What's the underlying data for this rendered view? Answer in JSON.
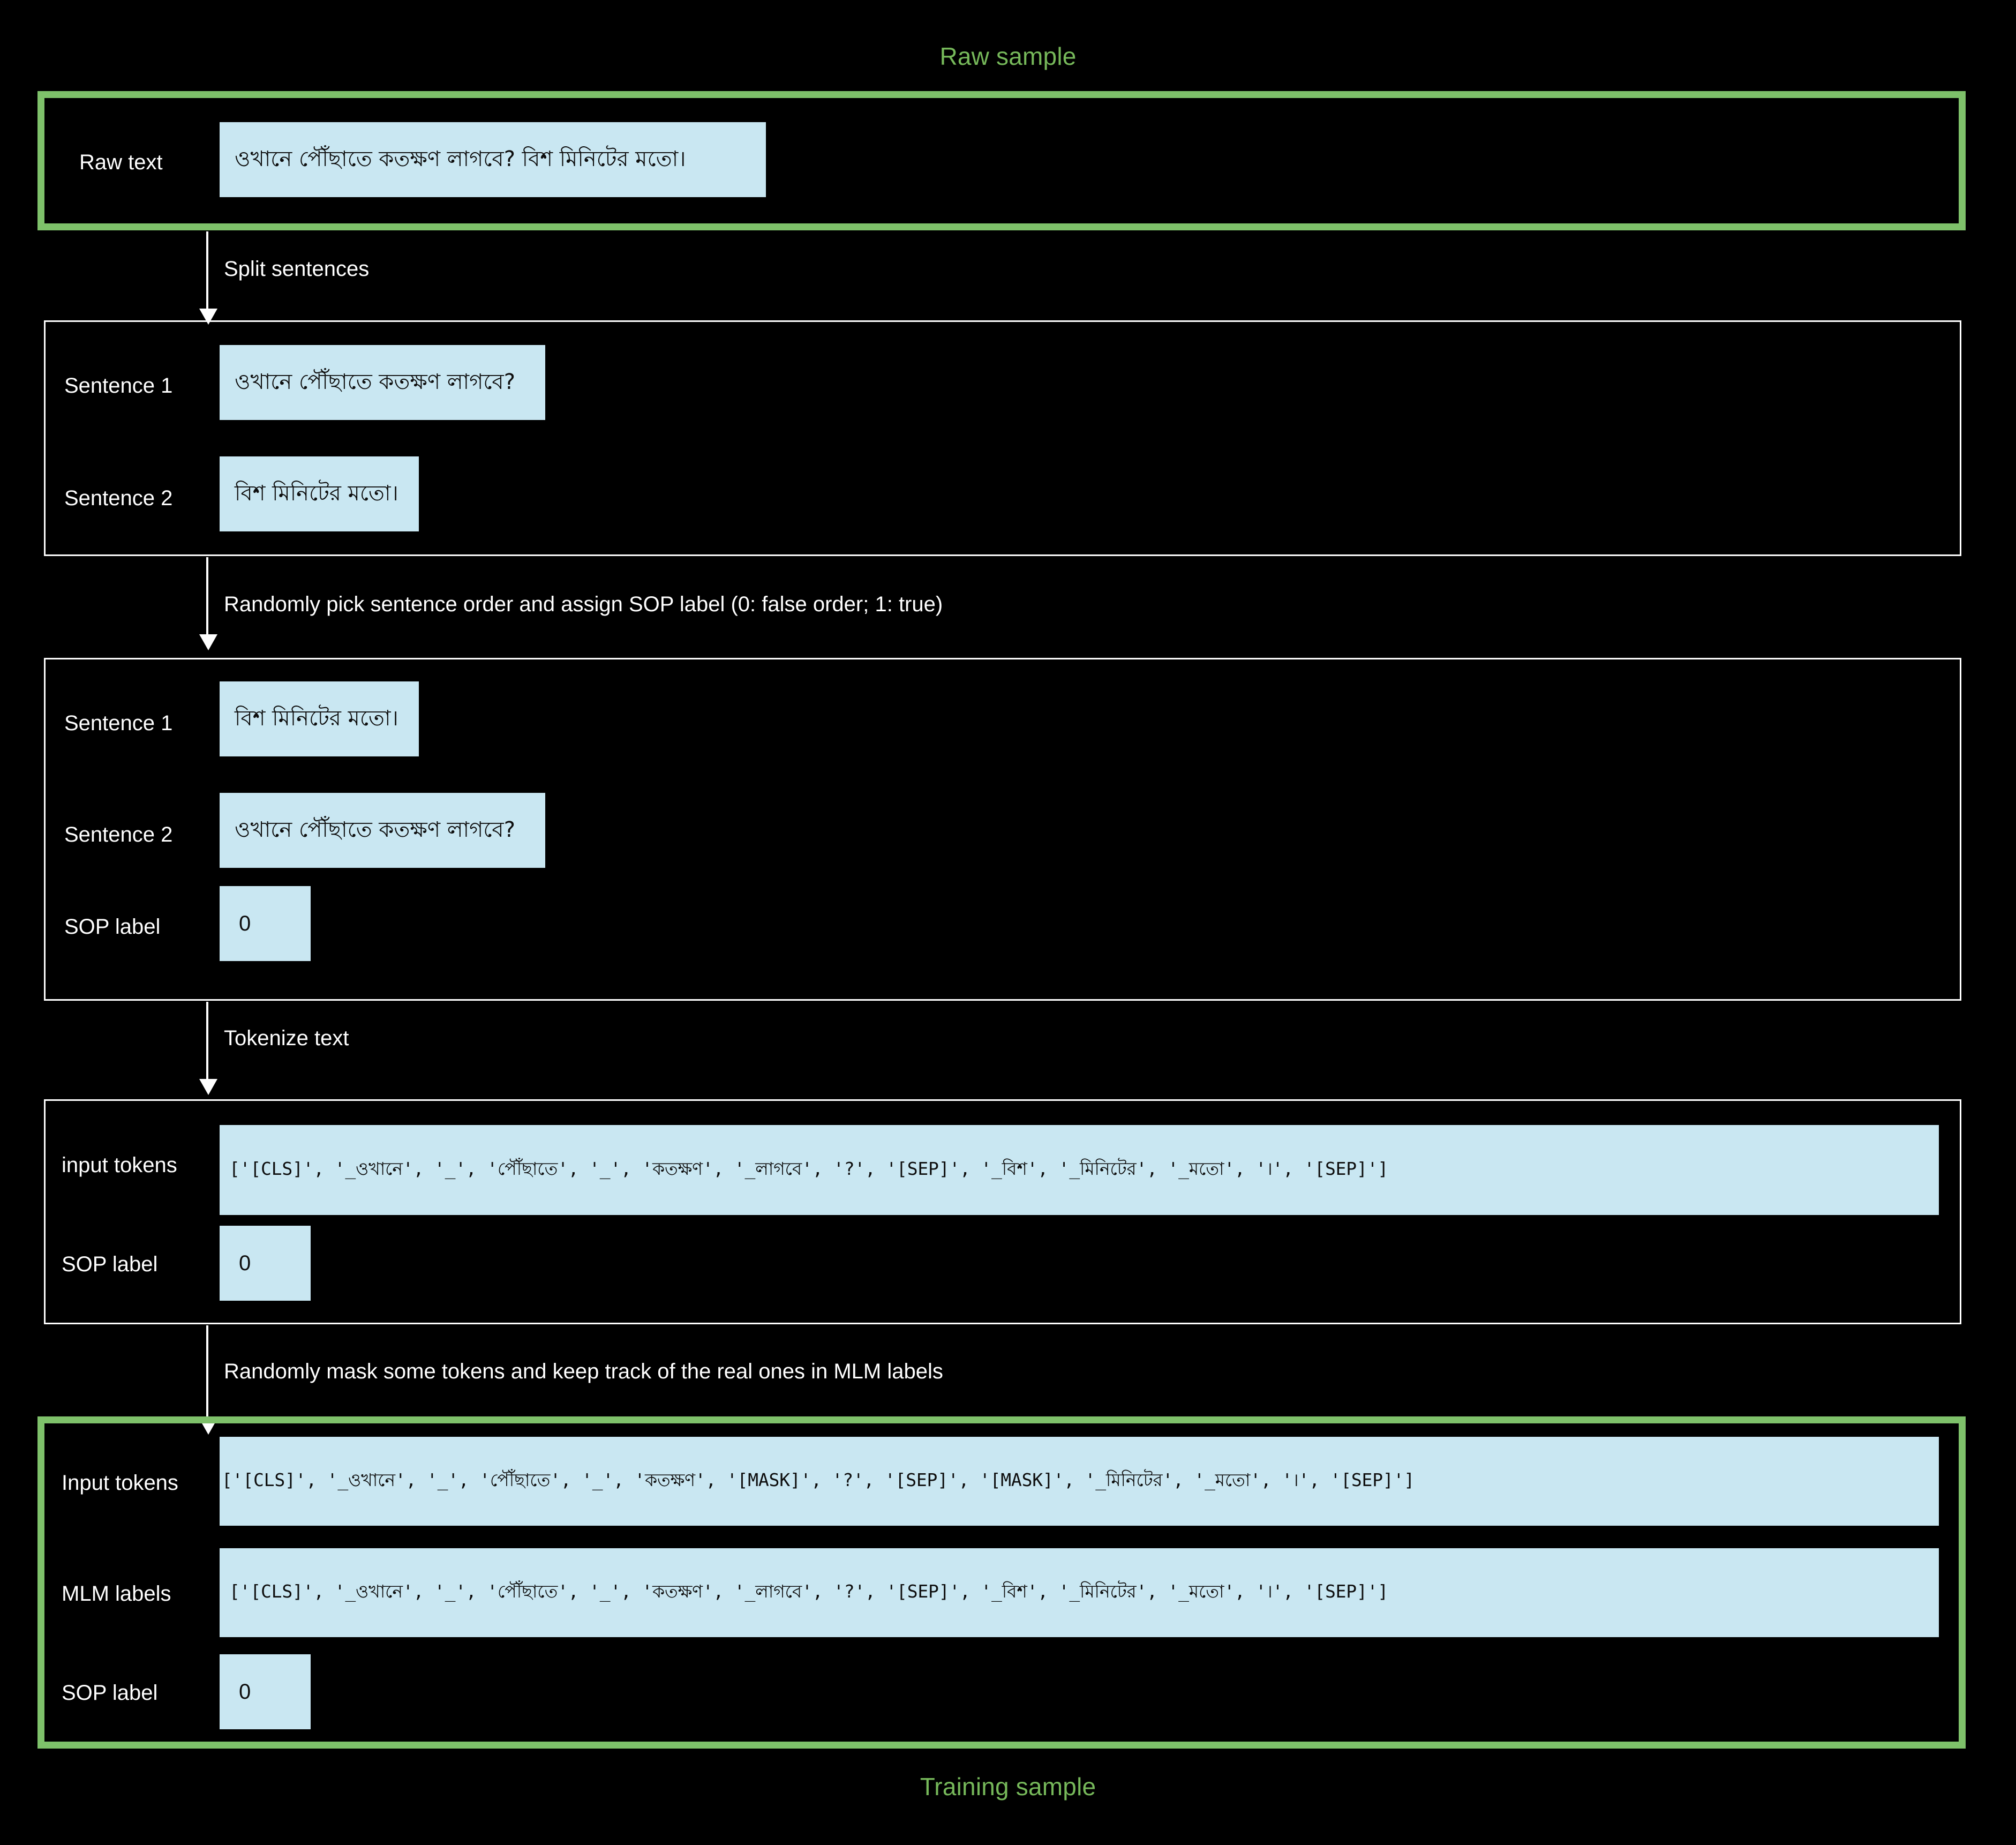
{
  "diagram": {
    "title_top": "Raw sample",
    "title_bottom": "Training sample",
    "accent_green": "#7ec16a",
    "box_blue": "#c9e7f2",
    "background": "#000000"
  },
  "stages": {
    "raw": {
      "label": "Raw text",
      "value": "ওখানে পৌঁছাতে কতক্ষণ লাগবে? বিশ মিনিটের মতো।"
    },
    "split": {
      "sentence1_label": "Sentence 1",
      "sentence1_value": "ওখানে পৌঁছাতে কতক্ষণ লাগবে?",
      "sentence2_label": "Sentence 2",
      "sentence2_value": "বিশ মিনিটের মতো।"
    },
    "ordered": {
      "sentence1_label": "Sentence 1",
      "sentence1_value": "বিশ মিনিটের মতো।",
      "sentence2_label": "Sentence 2",
      "sentence2_value": "ওখানে পৌঁছাতে কতক্ষণ লাগবে?",
      "sop_label": "SOP label",
      "sop_value": "0"
    },
    "tokenized": {
      "tokens_label": "input tokens",
      "tokens_value": "['[CLS]', '_ওখানে', '_', 'পৌঁছাতে', '_', 'কতক্ষণ', '_লাগবে', '?', '[SEP]', '_বিশ', '_মিনিটের', '_মতো', '।', '[SEP]']",
      "sop_label": "SOP label",
      "sop_value": "0"
    },
    "masked": {
      "tokens_label": "Input tokens",
      "tokens_value": "['[CLS]', '_ওখানে', '_', 'পৌঁছাতে', '_', 'কতক্ষণ', '[MASK]', '?', '[SEP]', '[MASK]', '_মিনিটের', '_মতো', '।', '[SEP]']",
      "mlm_label": "MLM labels",
      "mlm_value": "['[CLS]', '_ওখানে', '_', 'পৌঁছাতে', '_', 'কতক্ষণ', '_লাগবে', '?', '[SEP]', '_বিশ', '_মিনিটের', '_মতো', '।', '[SEP]']",
      "sop_label": "SOP label",
      "sop_value": "0"
    }
  },
  "arrows": {
    "split_sentences": "Split sentences",
    "pick_order": "Randomly pick sentence order and assign SOP label (0: false order; 1: true)",
    "tokenize": "Tokenize text",
    "mask": "Randomly mask some tokens and keep track of the real ones in MLM labels"
  }
}
